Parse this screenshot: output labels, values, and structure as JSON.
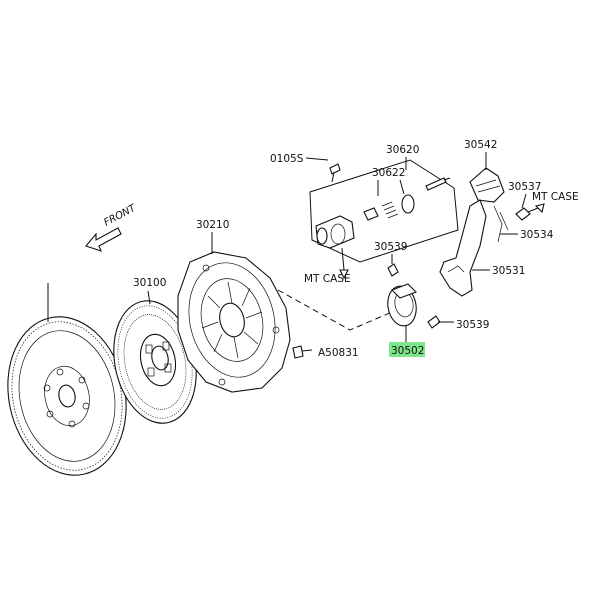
{
  "diagram": {
    "front_label": "FRONT",
    "labels": {
      "p01055": "0105S",
      "p30620": "30620",
      "p30622": "30622",
      "p30542": "30542",
      "p30537": "30537",
      "mt_case_right": "MT CASE",
      "p30534": "30534",
      "p30210": "30210",
      "p30539_top": "30539",
      "p30531": "30531",
      "p30100": "30100",
      "mt_case_left": "MT CASE",
      "p30539_bottom": "30539",
      "pA50831": "A50831",
      "p30502": "30502"
    },
    "highlight_color": "#7ee68a"
  }
}
